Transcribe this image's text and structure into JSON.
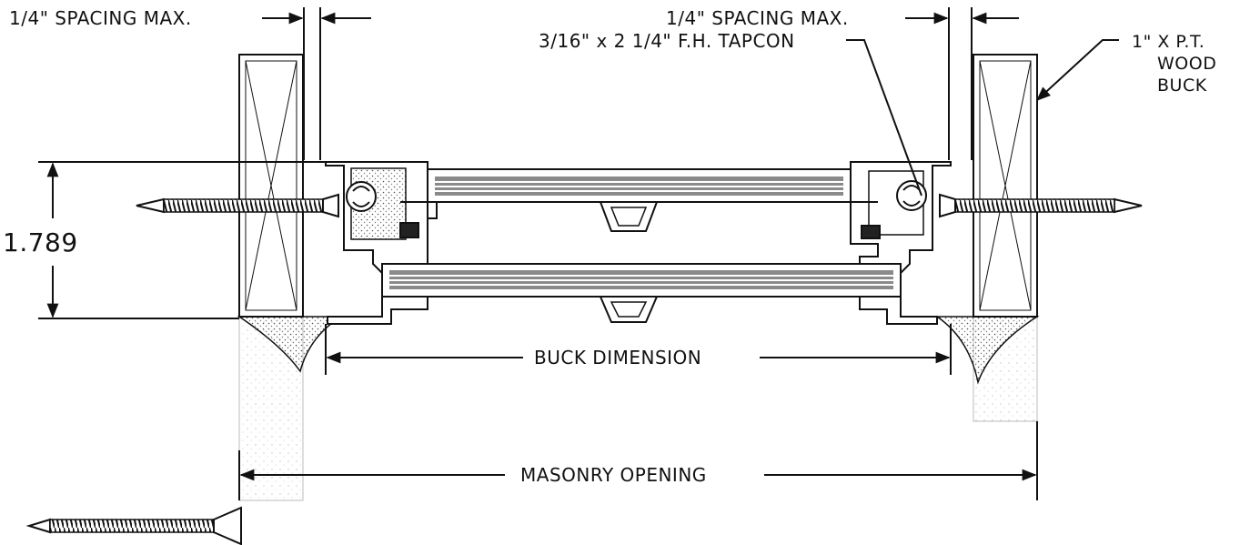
{
  "labels": {
    "spacing_left": "1/4\" SPACING MAX.",
    "spacing_right": "1/4\" SPACING MAX.",
    "tapcon": "3/16\" x 2 1/4\" F.H. TAPCON",
    "buck_line1": "1\" X  P.T.",
    "buck_line2": "WOOD",
    "buck_line3": "BUCK",
    "height_dim": "1.789",
    "buck_dimension": "BUCK DIMENSION",
    "masonry_opening": "MASONRY OPENING"
  },
  "colors": {
    "line": "#111111",
    "glass": "#8a8a8a",
    "stipple": "#c8c8c8"
  }
}
